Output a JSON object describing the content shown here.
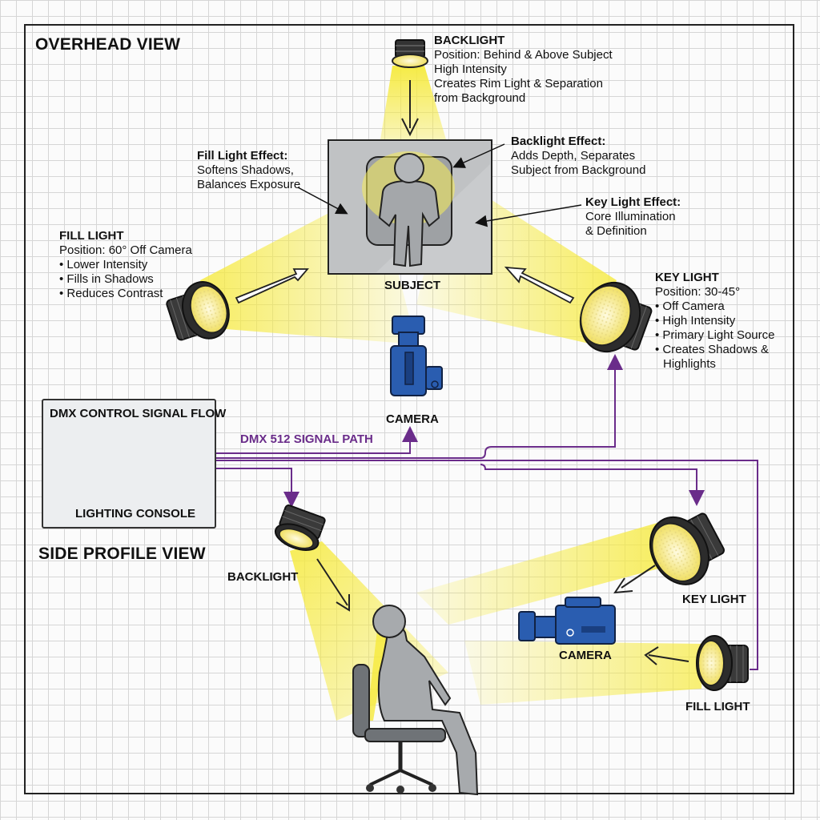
{
  "overhead": {
    "title": "OVERHEAD VIEW",
    "backlight": {
      "heading": "BACKLIGHT",
      "lines": [
        "Position: Behind & Above Subject",
        "High Intensity",
        "Creates Rim Light & Separation",
        "from Background"
      ]
    },
    "fill_light": {
      "heading": "FILL LIGHT",
      "lines": [
        "Position: 60° Off Camera",
        "• Lower Intensity",
        "• Fills in Shadows",
        "• Reduces Contrast"
      ]
    },
    "key_light": {
      "heading": "KEY LIGHT",
      "lines": [
        "Position: 30-45°",
        "• Off Camera",
        "• High Intensity",
        "• Primary Light Source",
        "• Creates Shadows &",
        "  Highlights"
      ]
    },
    "fill_effect": {
      "heading": "Fill Light Effect:",
      "lines": [
        "Softens Shadows,",
        "Balances Exposure"
      ]
    },
    "back_effect": {
      "heading": "Backlight Effect:",
      "lines": [
        "Adds Depth, Separates",
        "Subject from Background"
      ]
    },
    "key_effect": {
      "heading": "Key Light Effect:",
      "lines": [
        "Core Illumination",
        "& Definition"
      ]
    },
    "subject_label": "SUBJECT",
    "camera_label": "CAMERA"
  },
  "dmx": {
    "title": "DMX CONTROL SIGNAL FLOW",
    "console_label": "LIGHTING CONSOLE",
    "signal_path_label": "DMX 512 SIGNAL PATH"
  },
  "side": {
    "title": "SIDE PROFILE VIEW",
    "backlight_label": "BACKLIGHT",
    "key_light_label": "KEY LIGHT",
    "camera_label": "CAMERA",
    "fill_light_label": "FILL LIGHT"
  },
  "colors": {
    "beam": "#f3e64a",
    "camera": "#2a5db0",
    "signal": "#6a2c8a",
    "console": "#2a62b8"
  }
}
